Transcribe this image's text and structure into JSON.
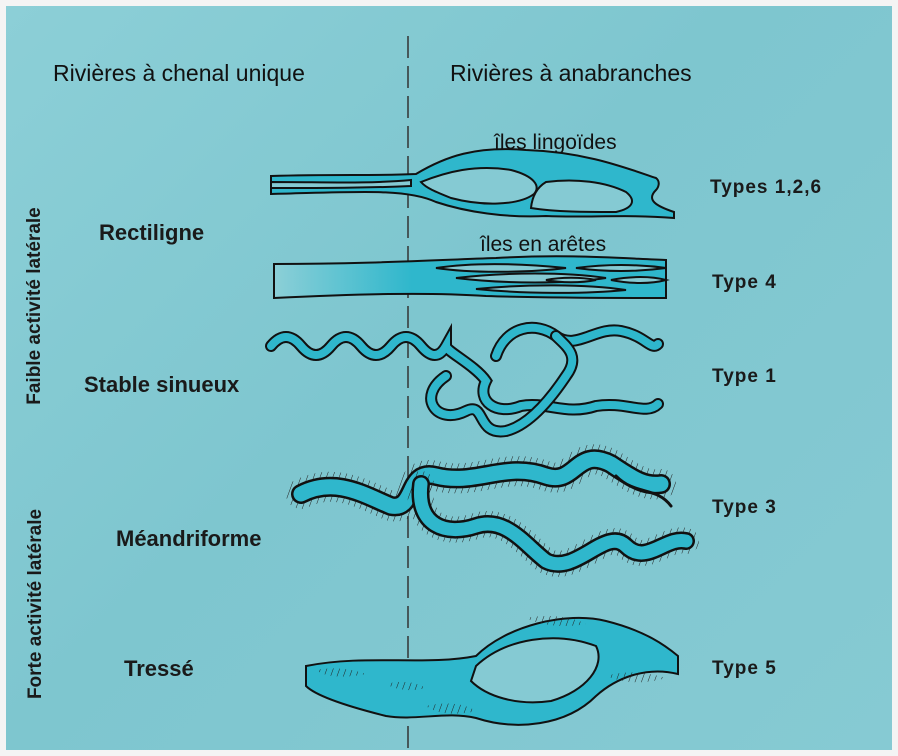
{
  "headers": {
    "single_channel": "Rivières à chenal unique",
    "anabranching": "Rivières à anabranches"
  },
  "side_labels": {
    "low_activity": "Faible activité latérale",
    "high_activity": "Forte activité latérale"
  },
  "annotations": {
    "lingoid_islands": "îles lingoïdes",
    "ridge_islands": "îles en arêtes"
  },
  "channel_types": [
    "Rectiligne",
    "Stable sinueux",
    "Méandriforme",
    "Tressé"
  ],
  "anabranch_types": [
    "Types 1,2,6",
    "Type 4",
    "Type 1",
    "Type 3",
    "Type 5"
  ],
  "colors": {
    "background": "#85cad3",
    "channel_fill": "#2fb7cc",
    "channel_outline": "#111111"
  }
}
